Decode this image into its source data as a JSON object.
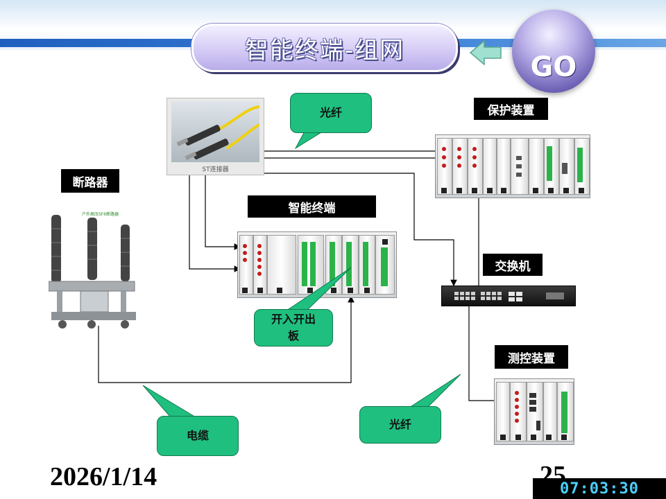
{
  "slide": {
    "title": "智能终端-组网",
    "go_label": "GO",
    "date": "2026/1/14",
    "page_number": "25",
    "clock": "07:03:30"
  },
  "devices": {
    "breaker": "断路器",
    "breaker_plate": "户外高压SF6断路器",
    "terminal": "智能终端",
    "protection": "保护装置",
    "switch": "交换机",
    "measure": "测控装置",
    "fiber_caption": "ST连接器"
  },
  "callouts": {
    "fiber_top": "光纤",
    "io_board_line1": "开入开出",
    "io_board_line2": "板",
    "cable": "电缆",
    "fiber_bottom": "光纤"
  },
  "colors": {
    "callout_fill": "#1fbf7f",
    "label_bg": "#000000",
    "accent": "#2f6fd0",
    "fiber_yellow": "#f0d010"
  }
}
